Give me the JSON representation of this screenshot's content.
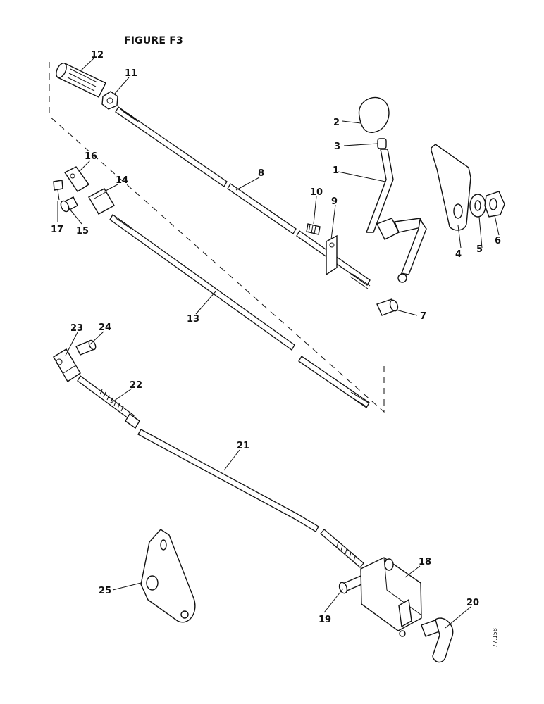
{
  "figure_title": "FIGURE F3",
  "drawing_code": "77.158",
  "callouts": {
    "c1": "1",
    "c2": "2",
    "c3": "3",
    "c4": "4",
    "c5": "5",
    "c6": "6",
    "c7": "7",
    "c8": "8",
    "c9": "9",
    "c10": "10",
    "c11": "11",
    "c12": "12",
    "c13": "13",
    "c14": "14",
    "c15": "15",
    "c16": "16",
    "c17": "17",
    "c18": "18",
    "c19": "19",
    "c20": "20",
    "c21": "21",
    "c22": "22",
    "c23": "23",
    "c24": "24",
    "c25": "25"
  }
}
